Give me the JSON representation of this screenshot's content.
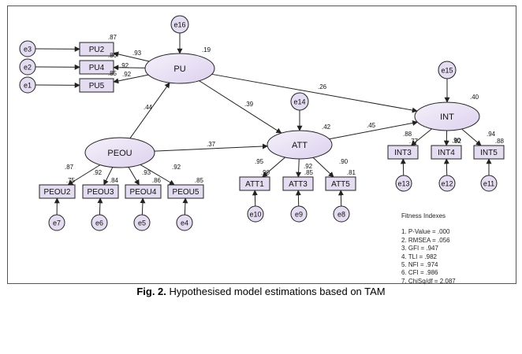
{
  "caption": {
    "label": "Fig. 2.",
    "text": "Hypothesised model estimations based on TAM"
  },
  "colors": {
    "node_fill": "#e4dcf0",
    "stroke": "#222222",
    "text": "#111111"
  },
  "latent": [
    {
      "id": "PU",
      "label": "PU",
      "r2": ".19"
    },
    {
      "id": "PEOU",
      "label": "PEOU",
      "r2": ""
    },
    {
      "id": "ATT",
      "label": "ATT",
      "r2": ".42"
    },
    {
      "id": "INT",
      "label": "INT",
      "r2": ".40"
    }
  ],
  "indicators": [
    {
      "id": "PU2",
      "label": "PU2",
      "r2": ".87"
    },
    {
      "id": "PU4",
      "label": "PU4",
      "r2": ".86"
    },
    {
      "id": "PU5",
      "label": "PU5",
      "r2": ".85"
    },
    {
      "id": "PEOU2",
      "label": "PEOU2",
      "r2": ".75"
    },
    {
      "id": "PEOU3",
      "label": "PEOU3",
      "r2": ".84"
    },
    {
      "id": "PEOU4",
      "label": "PEOU4",
      "r2": ".86"
    },
    {
      "id": "PEOU5",
      "label": "PEOU5",
      "r2": ".85"
    },
    {
      "id": "ATT1",
      "label": "ATT1",
      "r2": ".90"
    },
    {
      "id": "ATT3",
      "label": "ATT3",
      "r2": ".85"
    },
    {
      "id": "ATT5",
      "label": "ATT5",
      "r2": ".81"
    },
    {
      "id": "INT3",
      "label": "INT3",
      "r2": ".77"
    },
    {
      "id": "INT4",
      "label": "INT4",
      "r2": ".82"
    },
    {
      "id": "INT5",
      "label": "INT5",
      "r2": ".88"
    }
  ],
  "errors": [
    "e1",
    "e2",
    "e3",
    "e4",
    "e5",
    "e6",
    "e7",
    "e8",
    "e9",
    "e10",
    "e11",
    "e12",
    "e13",
    "e14",
    "e15",
    "e16"
  ],
  "paths": [
    {
      "from": "PEOU",
      "to": "PU",
      "value": ".44"
    },
    {
      "from": "PEOU",
      "to": "ATT",
      "value": ".37"
    },
    {
      "from": "PU",
      "to": "ATT",
      "value": ".39"
    },
    {
      "from": "PU",
      "to": "INT",
      "value": ".26"
    },
    {
      "from": "ATT",
      "to": "INT",
      "value": ".45"
    }
  ],
  "loadings": [
    {
      "from": "PU",
      "to": "PU2",
      "value": ".93"
    },
    {
      "from": "PU",
      "to": "PU4",
      "value": ".92"
    },
    {
      "from": "PU",
      "to": "PU5",
      "value": ".92"
    },
    {
      "from": "PEOU",
      "to": "PEOU2",
      "value": ".87"
    },
    {
      "from": "PEOU",
      "to": "PEOU3",
      "value": ".92"
    },
    {
      "from": "PEOU",
      "to": "PEOU4",
      "value": ".93"
    },
    {
      "from": "PEOU",
      "to": "PEOU5",
      "value": ".92"
    },
    {
      "from": "ATT",
      "to": "ATT1",
      "value": ".95"
    },
    {
      "from": "ATT",
      "to": "ATT3",
      "value": ".92"
    },
    {
      "from": "ATT",
      "to": "ATT5",
      "value": ".90"
    },
    {
      "from": "INT",
      "to": "INT3",
      "value": ".88"
    },
    {
      "from": "INT",
      "to": "INT4",
      "value": ".90"
    },
    {
      "from": "INT",
      "to": "INT5",
      "value": ".94"
    }
  ],
  "fitness": {
    "title": "Fitness Indexes",
    "items": [
      "1. P-Value = .000",
      "2. RMSEA = .056",
      "3. GFI = .947",
      "4. TLI = .982",
      "5. NFI = .974",
      "6. CFI = .986",
      "7. ChiSq/df = 2.087"
    ]
  }
}
